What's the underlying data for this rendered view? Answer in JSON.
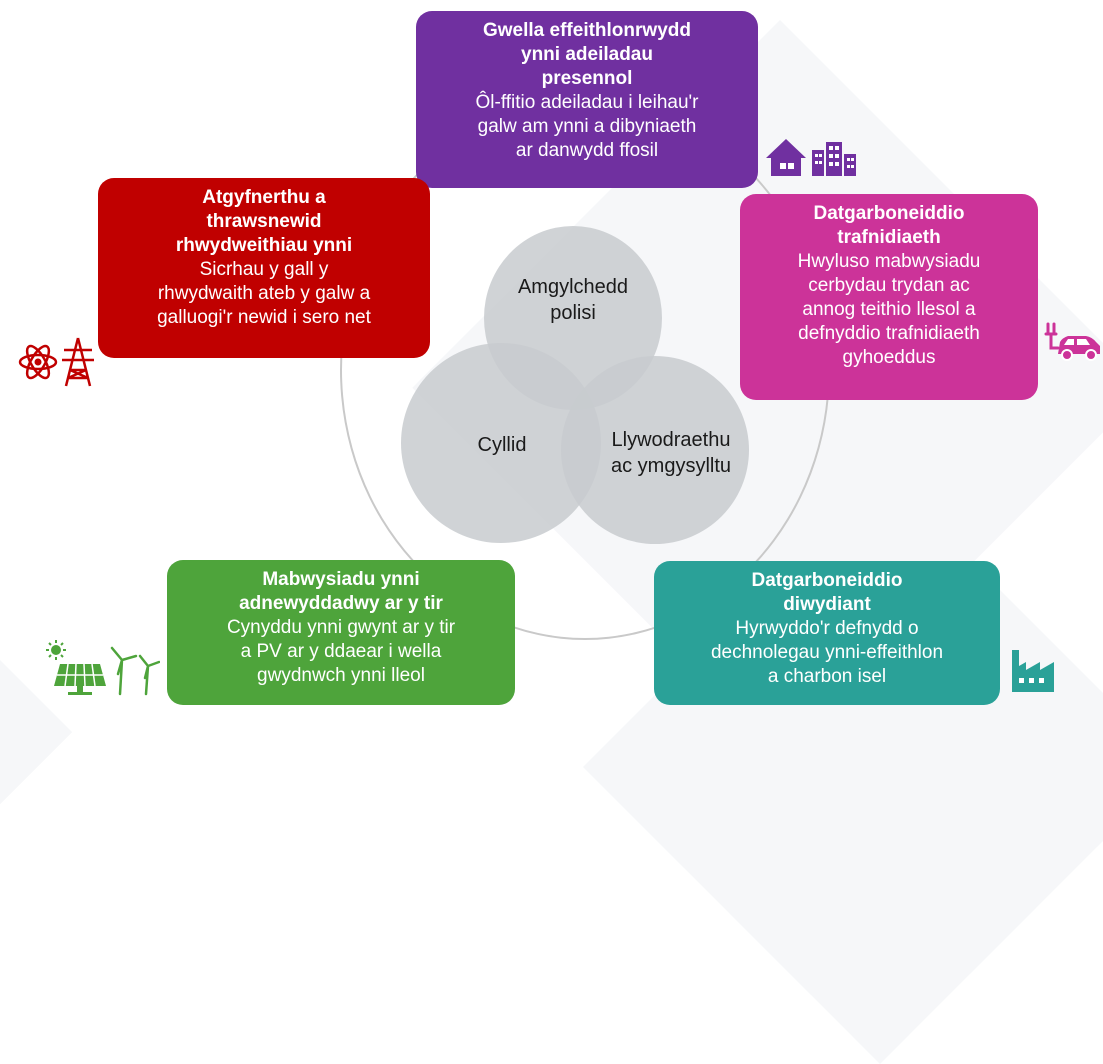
{
  "center": {
    "circles": [
      {
        "label": "Amgylchedd polisi",
        "lines": [
          "Amgylchedd",
          "polisi"
        ]
      },
      {
        "label": "Cyllid",
        "lines": [
          "Cyllid"
        ]
      },
      {
        "label": "Llywodraethu ac ymgysylltu",
        "lines": [
          "Llywodraethu",
          "ac ymgysylltu"
        ]
      }
    ]
  },
  "boxes": {
    "top": {
      "title": "Gwella effeithlonrwydd ynni adeiladau presennol",
      "title_lines": [
        "Gwella effeithlonrwydd",
        "ynni adeiladau",
        "presennol"
      ],
      "body_lines": [
        "Ôl-ffitio adeiladau i leihau'r",
        "galw am ynni a dibyniaeth",
        "ar danwydd ffosil"
      ],
      "color": "#7030a0"
    },
    "left": {
      "title_lines": [
        "Atgyfnerthu a",
        "thrawsnewid",
        "rhwydweithiau ynni"
      ],
      "body_lines": [
        "Sicrhau y gall y",
        "rhwydwaith ateb y galw a",
        "galluogi'r newid i sero net"
      ],
      "color": "#c00000"
    },
    "right": {
      "title_lines": [
        "Datgarboneiddio",
        "trafnidiaeth"
      ],
      "body_lines": [
        "Hwyluso mabwysiadu",
        "cerbydau trydan ac",
        "annog teithio llesol a",
        "defnyddio trafnidiaeth",
        "gyhoeddus"
      ],
      "color": "#cc3399"
    },
    "bottom_left": {
      "title_lines": [
        "Mabwysiadu ynni",
        "adnewyddadwy ar y tir"
      ],
      "body_lines": [
        "Cynyddu ynni gwynt ar y tir",
        "a PV ar y ddaear i wella",
        "gwydnwch ynni lleol"
      ],
      "color": "#4ea43b"
    },
    "bottom_right": {
      "title_lines": [
        "Datgarboneiddio",
        "diwydiant"
      ],
      "body_lines": [
        "Hyrwyddo'r defnydd o",
        "dechnolegau ynni-effeithlon",
        "a charbon isel"
      ],
      "color": "#2aa198"
    }
  },
  "icons": {
    "buildings": "house-and-buildings-icon",
    "energy": "atom-and-pylon-icon",
    "transport": "electric-car-icon",
    "renewables": "solar-and-wind-icon",
    "industry": "factory-icon"
  },
  "colors": {
    "icon_purple": "#7030a0",
    "icon_red": "#c00000",
    "icon_pink": "#cc3399",
    "icon_green": "#4ea43b",
    "icon_teal": "#2aa198",
    "venn_fill": "#d6d8db",
    "ring": "#c9c9c9"
  }
}
